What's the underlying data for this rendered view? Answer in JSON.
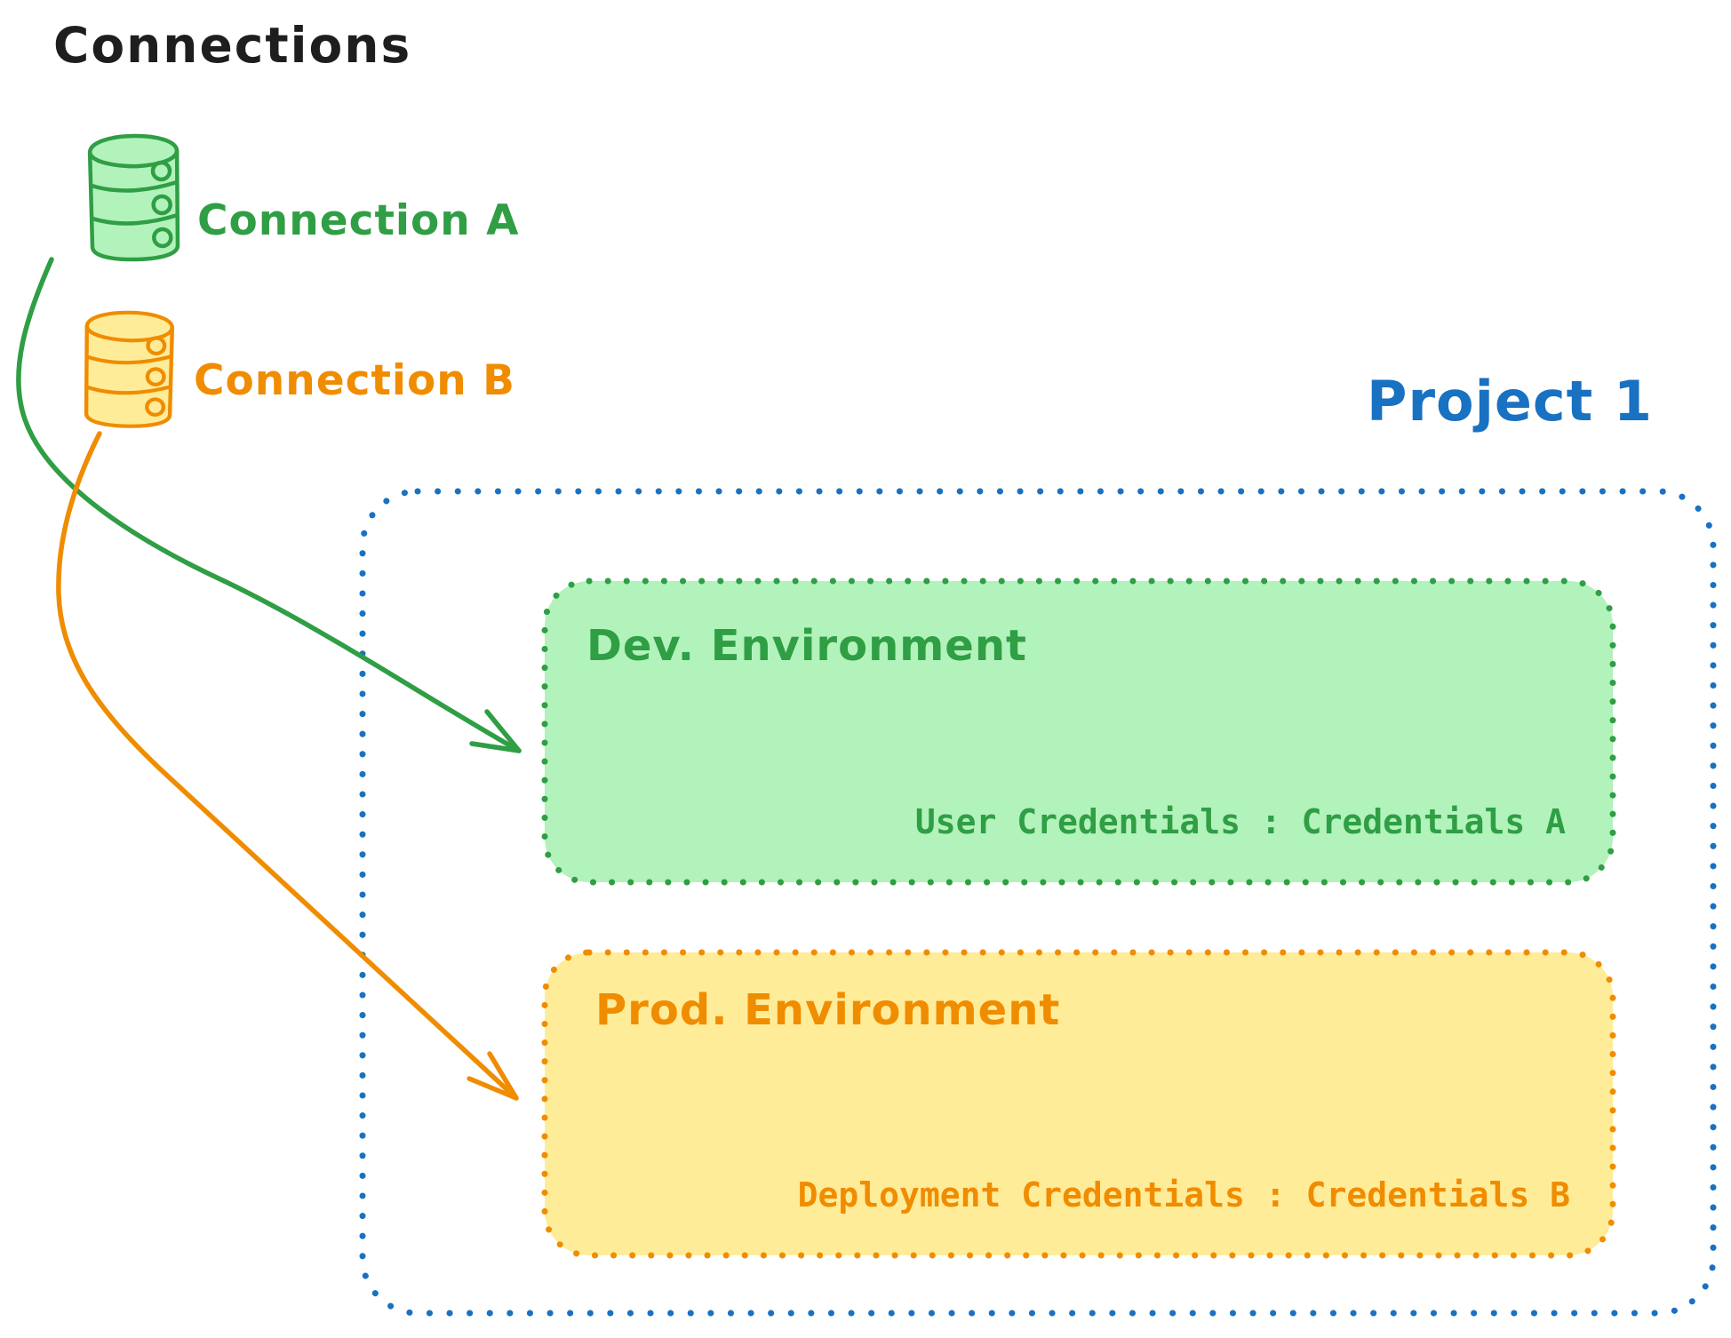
{
  "title": "Connections",
  "connections": [
    {
      "label": "Connection A",
      "icon": "database-icon",
      "stroke_color": "#2f9e44",
      "fill_color": "#b2f2bb"
    },
    {
      "label": "Connection B",
      "icon": "database-icon",
      "stroke_color": "#f08c00",
      "fill_color": "#ffec99"
    }
  ],
  "project": {
    "label": "Project 1",
    "border_color": "#1971c2",
    "environments": [
      {
        "title": "Dev. Environment",
        "credentials": "User Credentials : Credentials A",
        "stroke_color": "#2f9e44",
        "fill_color": "#b2f2bb",
        "arrow_from": "Connection A"
      },
      {
        "title": "Prod. Environment",
        "credentials": "Deployment Credentials : Credentials B",
        "stroke_color": "#f08c00",
        "fill_color": "#ffec99",
        "arrow_from": "Connection B"
      }
    ]
  },
  "colors": {
    "title_text": "#1e1e1e",
    "green": "#2f9e44",
    "green_fill": "#b2f2bb",
    "orange": "#f08c00",
    "orange_fill": "#ffec99",
    "blue": "#1971c2",
    "background": "#ffffff"
  }
}
